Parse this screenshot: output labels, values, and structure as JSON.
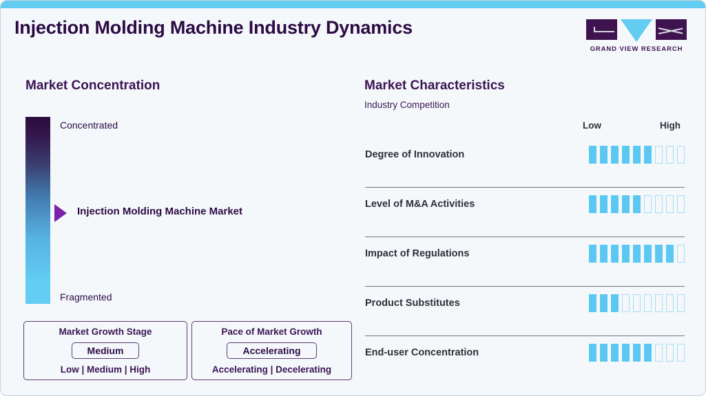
{
  "header": {
    "title": "Injection Molding Machine Industry Dynamics",
    "logo_text": "GRAND VIEW RESEARCH"
  },
  "colors": {
    "accent_top_bar": "#62cdf0",
    "brand_purple": "#3f1350",
    "title_purple": "#2c0a44",
    "bar_fill_cyan": "#5ac8f2",
    "bar_empty_outline": "#a8ddf4",
    "marker_arrow_purple": "#7b22a8",
    "background": "#f4f8fb",
    "gradient_top": "#2c0b3e",
    "gradient_bottom": "#63cdf3"
  },
  "market_concentration": {
    "heading": "Market Concentration",
    "top_label": "Concentrated",
    "bottom_label": "Fragmented",
    "marker_label": "Injection Molding Machine Market",
    "marker_position_percent": 47,
    "growth_stage": {
      "title": "Market Growth Stage",
      "value": "Medium",
      "scale": "Low | Medium | High",
      "options": [
        "Low",
        "Medium",
        "High"
      ]
    },
    "growth_pace": {
      "title": "Pace of Market Growth",
      "value": "Accelerating",
      "scale": "Accelerating | Decelerating",
      "options": [
        "Accelerating",
        "Decelerating"
      ]
    }
  },
  "market_characteristics": {
    "heading": "Market Characteristics",
    "subheading": "Industry Competition",
    "scale_low_label": "Low",
    "scale_high_label": "High"
  },
  "chart_data": {
    "type": "bar",
    "title": "Market Characteristics",
    "subtitle": "Industry Competition",
    "xlabel": "",
    "ylabel": "",
    "segments_total": 9,
    "axis_labels": [
      "Low",
      "High"
    ],
    "categories": [
      "Degree of Innovation",
      "Level of M&A Activities",
      "Impact of Regulations",
      "Product Substitutes",
      "End-user Concentration"
    ],
    "values": [
      6,
      5,
      8,
      3,
      6
    ],
    "ylim": [
      0,
      9
    ],
    "grid": false,
    "legend": "none"
  }
}
